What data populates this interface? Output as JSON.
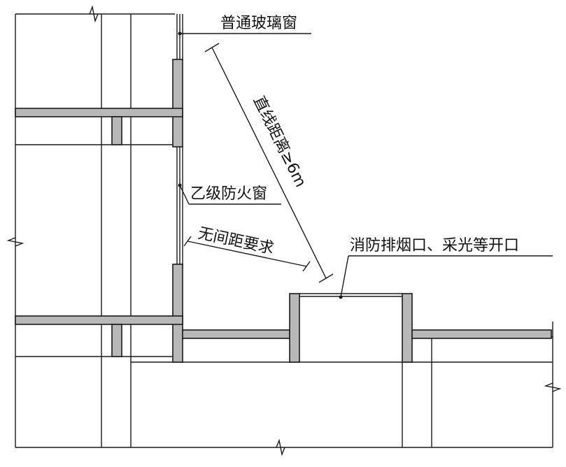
{
  "labels": {
    "ordinary_window": "普通玻璃窗",
    "class_b_fire_window": "乙级防火窗",
    "no_spacing_required": "无间距要求",
    "straight_distance": "直线距离≥6m",
    "smoke_vent_opening": "消防排烟口、采光等开口"
  },
  "colors": {
    "line": "#1a1a1a",
    "wall_fill": "#b8b8b8",
    "background": "#ffffff"
  }
}
